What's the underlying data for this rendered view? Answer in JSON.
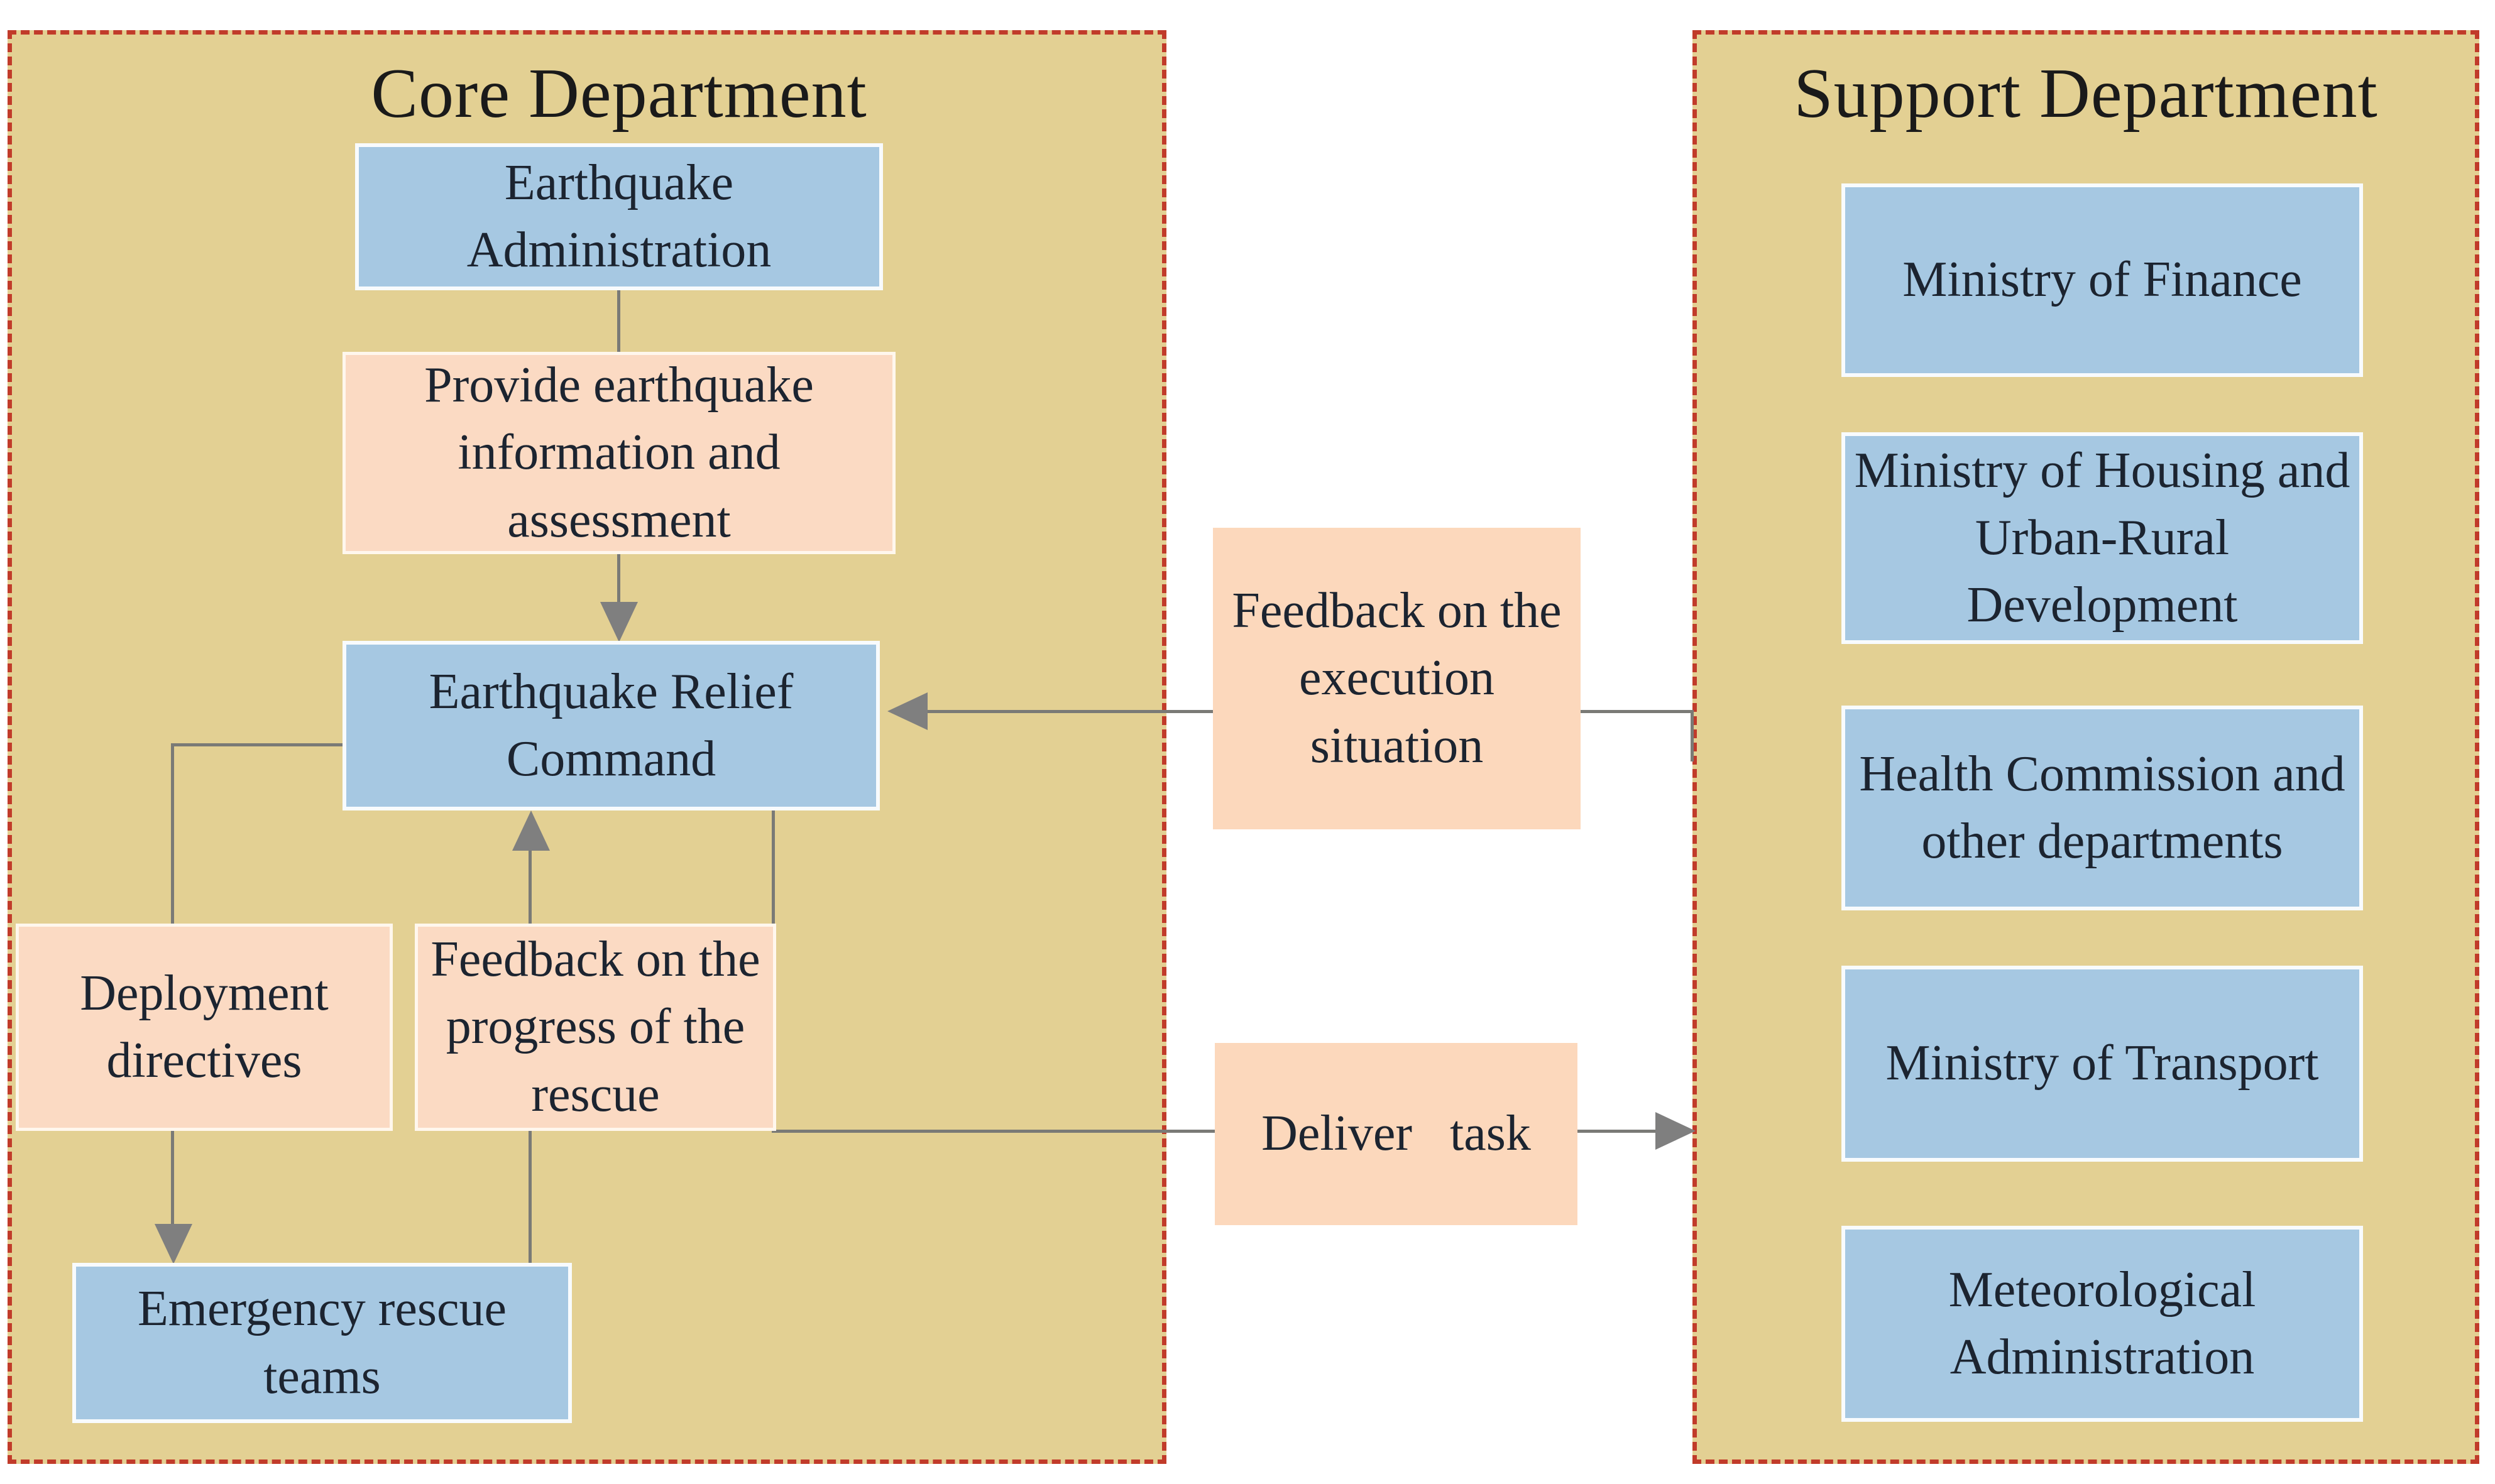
{
  "core": {
    "title": "Core Department",
    "nodes": {
      "earthquake_administration": "Earthquake Administration",
      "provide_info": "Provide earthquake information and assessment",
      "relief_command": "Earthquake Relief Command",
      "deployment_directives": "Deployment directives",
      "feedback_progress": "Feedback on the progress of the rescue",
      "emergency_teams": "Emergency rescue teams"
    }
  },
  "middle": {
    "feedback_execution": "Feedback on the execution situation",
    "deliver_task": "Deliver task"
  },
  "support": {
    "title": "Support Department",
    "nodes": [
      "Ministry of Finance",
      "Ministry of Housing and Urban-Rural Development",
      "Health Commission and other departments",
      "Ministry of Transport",
      "Meteorological Administration"
    ]
  },
  "colors": {
    "panel_fill": "#e3d093",
    "node_blue": "#a6c8e2",
    "node_pink": "#fbdac3",
    "node_pink_middle": "#fcd8bc",
    "panel_border_red": "#c13b2a",
    "connector_gray": "#7f7f7f",
    "text_ink": "#1c2430"
  }
}
